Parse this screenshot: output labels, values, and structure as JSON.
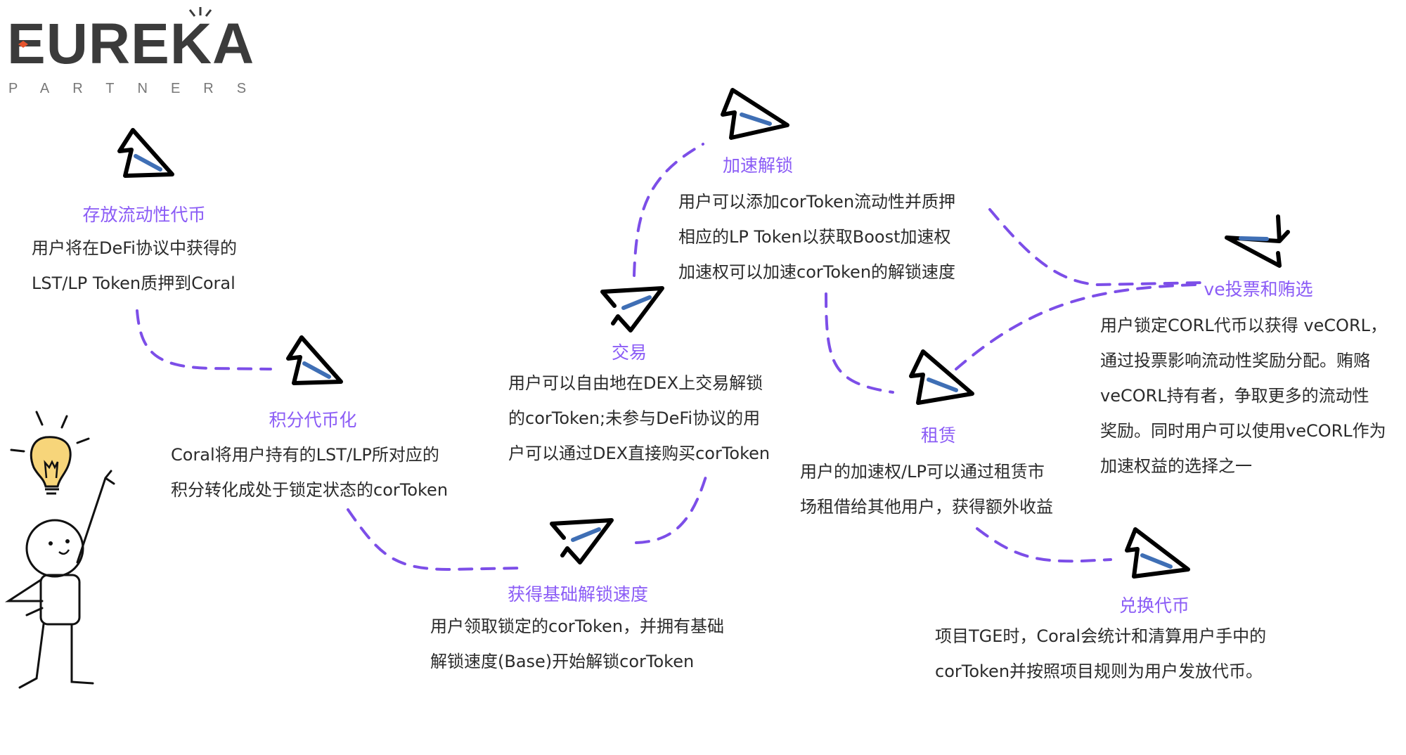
{
  "logo": {
    "name": "EUREKA",
    "subtitle": "PARTNERS",
    "accent_color": "#e5532d"
  },
  "colors": {
    "title": "#8b5cf6",
    "connector": "#7c4ee8",
    "icon_stroke": "#000000",
    "icon_accent": "#3f6fb5",
    "bulb": "#f2b632"
  },
  "steps": [
    {
      "id": "deposit",
      "title": "存放流动性代币",
      "lines": [
        "用户将在DeFi协议中获得的",
        "LST/LP Token质押到Coral"
      ]
    },
    {
      "id": "points",
      "title": "积分代币化",
      "lines": [
        "Coral将用户持有的LST/LP所对应的",
        "积分转化成处于锁定状态的corToken"
      ]
    },
    {
      "id": "base",
      "title": "获得基础解锁速度",
      "lines": [
        "用户领取锁定的corToken，并拥有基础",
        "解锁速度(Base)开始解锁corToken"
      ]
    },
    {
      "id": "trade",
      "title": "交易",
      "lines": [
        "用户可以自由地在DEX上交易解锁",
        "的corToken;未参与DeFi协议的用",
        "户可以通过DEX直接购买corToken"
      ]
    },
    {
      "id": "boost",
      "title": "加速解锁",
      "lines": [
        "用户可以添加corToken流动性并质押",
        "相应的LP Token以获取Boost加速权",
        "加速权可以加速corToken的解锁速度"
      ]
    },
    {
      "id": "vote",
      "title": "ve投票和贿选",
      "lines": [
        "用户锁定CORL代币以获得 veCORL，",
        "通过投票影响流动性奖励分配。贿赂",
        "veCORL持有者，争取更多的流动性",
        "奖励。同时用户可以使用veCORL作为",
        "加速权益的选择之一"
      ]
    },
    {
      "id": "lease",
      "title": "租赁",
      "lines": [
        "用户的加速权/LP可以通过租赁市",
        "场租借给其他用户，获得额外收益"
      ]
    },
    {
      "id": "redeem",
      "title": "兑换代币",
      "lines": [
        "项目TGE时，Coral会统计和清算用户手中的",
        "corToken并按照项目规则为用户发放代币。"
      ]
    }
  ],
  "icons": {
    "step_icon": "paper-plane-icon",
    "illustration": "stick-figure-lightbulb-icon"
  }
}
